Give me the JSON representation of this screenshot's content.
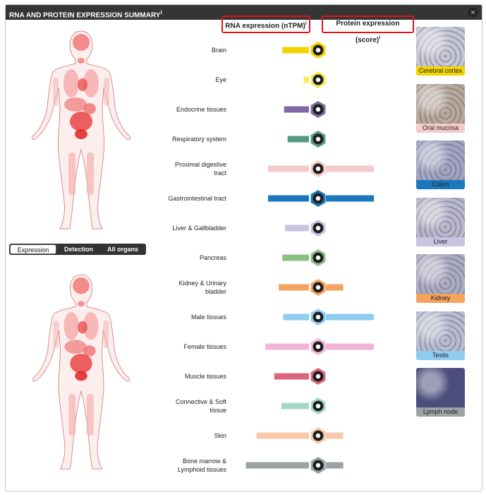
{
  "header": {
    "title": "RNA AND PROTEIN EXPRESSION SUMMARY",
    "info": "i"
  },
  "columns": {
    "rna": "RNA expression (nTPM)",
    "protein": "Protein expression (score)",
    "info": "i"
  },
  "view_tabs": [
    {
      "label": "Expression",
      "active": true
    },
    {
      "label": "Detection",
      "active": false
    },
    {
      "label": "All organs",
      "active": false
    }
  ],
  "tissue_groups": [
    {
      "lines": [
        "Brain"
      ],
      "icon": "brain-icon",
      "color": "#f2d400",
      "rna": 0.3,
      "protein": 0.0
    },
    {
      "lines": [
        "Eye"
      ],
      "icon": "eye-icon",
      "color": "#f8ea55",
      "rna": 0.06,
      "protein": 0.0
    },
    {
      "lines": [
        "Endocrine tissues"
      ],
      "icon": "thyroid-icon",
      "color": "#7e6aa0",
      "rna": 0.28,
      "protein": 0.0
    },
    {
      "lines": [
        "Respiratory system"
      ],
      "icon": "lungs-icon",
      "color": "#559a83",
      "rna": 0.24,
      "protein": 0.0
    },
    {
      "lines": [
        "Proximal digestive",
        "tract"
      ],
      "icon": "mouth-icon",
      "color": "#f4cacb",
      "rna": 0.46,
      "protein": 0.83
    },
    {
      "lines": [
        "Gastrointestinal tract"
      ],
      "icon": "stomach-icon",
      "color": "#1c77bd",
      "rna": 0.46,
      "protein": 0.83
    },
    {
      "lines": [
        "Liver & Gallbladder"
      ],
      "icon": "liver-icon",
      "color": "#c8c4e2",
      "rna": 0.27,
      "protein": 0.0
    },
    {
      "lines": [
        "Pancreas"
      ],
      "icon": "pancreas-icon",
      "color": "#8bbf83",
      "rna": 0.3,
      "protein": 0.0
    },
    {
      "lines": [
        "Kidney & Urinary",
        "bladder"
      ],
      "icon": "kidney-icon",
      "color": "#f5a25e",
      "rna": 0.34,
      "protein": 0.3
    },
    {
      "lines": [
        "Male tissues"
      ],
      "icon": "male-icon",
      "color": "#8fcdf0",
      "rna": 0.29,
      "protein": 0.83
    },
    {
      "lines": [
        "Female tissues"
      ],
      "icon": "female-icon",
      "color": "#f2b3d7",
      "rna": 0.49,
      "protein": 0.83
    },
    {
      "lines": [
        "Muscle tissues"
      ],
      "icon": "muscle-icon",
      "color": "#dc6679",
      "rna": 0.39,
      "protein": 0.0
    },
    {
      "lines": [
        "Connective & Soft",
        "tissue"
      ],
      "icon": "connective-icon",
      "color": "#a3d8c8",
      "rna": 0.31,
      "protein": 0.0
    },
    {
      "lines": [
        "Skin"
      ],
      "icon": "skin-icon",
      "color": "#f8c9aa",
      "rna": 0.59,
      "protein": 0.3
    },
    {
      "lines": [
        "Bone marrow &",
        "Lymphoid tissues"
      ],
      "icon": "lymphoid-icon",
      "color": "#9da2a5",
      "rna": 0.71,
      "protein": 0.3
    }
  ],
  "thumbnails": [
    {
      "caption": "Cerebral cortex",
      "color": "#f2d400",
      "bg": "#c5c7d2"
    },
    {
      "caption": "Oral mucosa",
      "color": "#f4cacb",
      "bg": "#b9a89a"
    },
    {
      "caption": "Colon",
      "color": "#1c77bd",
      "bg": "#a2a4c0"
    },
    {
      "caption": "Liver",
      "color": "#c8c4e2",
      "bg": "#b9b7ca"
    },
    {
      "caption": "Kidney",
      "color": "#f5a25e",
      "bg": "#abacbf"
    },
    {
      "caption": "Testis",
      "color": "#8fcdf0",
      "bg": "#b8bccc"
    },
    {
      "caption": "Lymph node",
      "color": "#9da2a5",
      "bg": "#4c4e7e"
    }
  ]
}
